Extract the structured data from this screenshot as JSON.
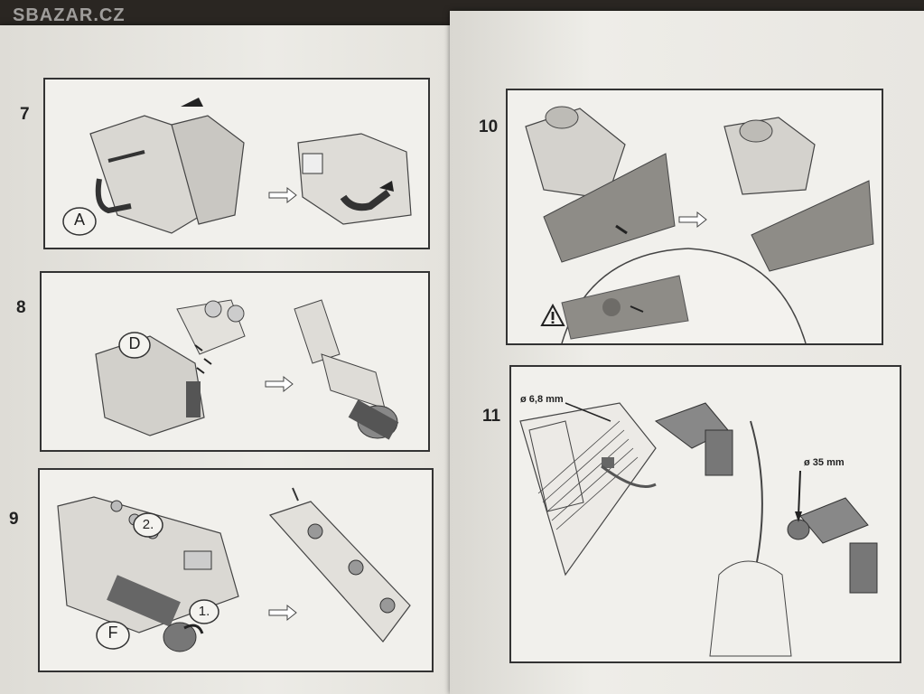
{
  "watermark": "SBAZAR.CZ",
  "steps": [
    {
      "number": "7",
      "callouts": [
        "A"
      ]
    },
    {
      "number": "8",
      "callouts": [
        "D"
      ]
    },
    {
      "number": "9",
      "callouts": [
        "F",
        "1.",
        "2."
      ]
    },
    {
      "number": "10",
      "callouts": []
    },
    {
      "number": "11",
      "callouts": [],
      "dimensions": [
        "ø 6,8 mm",
        "ø 35 mm"
      ]
    }
  ],
  "warning_icon": "warning-triangle-icon",
  "arrow_icon": "next-step-arrow-icon"
}
